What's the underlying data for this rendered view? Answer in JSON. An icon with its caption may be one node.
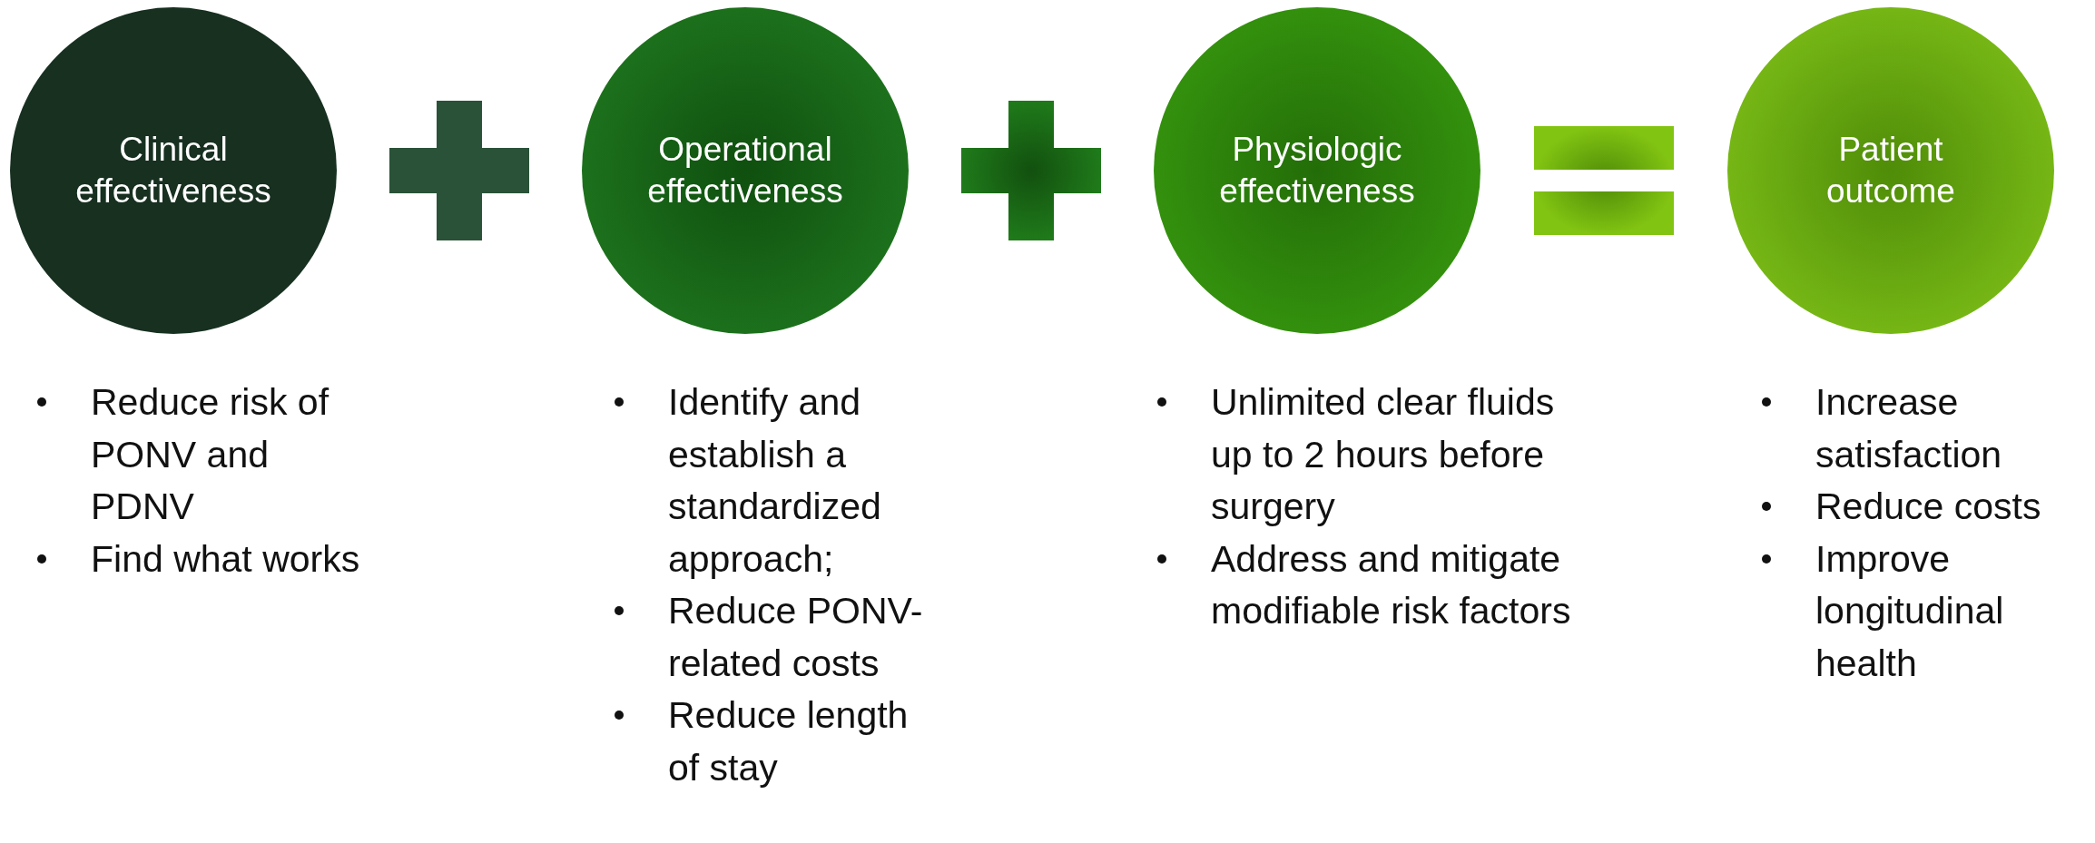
{
  "diagram": {
    "nodes": [
      {
        "text": [
          "Clinical effectiveness"
        ],
        "beside": [
          "Reduce risk of PONV and PDNV",
          "Find what works"
        ]
      },
      {
        "text": [],
        "shape": "plus"
      },
      {
        "text": [
          "Operational effectiveness"
        ],
        "beside": [
          "Identify and establish a standardized approach;",
          "Reduce PONV-related costs",
          "Reduce length of stay"
        ]
      },
      {
        "text": [],
        "shape": "plus"
      },
      {
        "text": [
          "Physiologic effectiveness"
        ],
        "beside": [
          "Unlimited clear fluids up to 2 hours before surgery",
          "Address and mitigate modifiable risk factors"
        ]
      },
      {
        "text": [],
        "shape": "equals"
      },
      {
        "text": [
          "Patient outcome"
        ],
        "beside": [
          "Increase satisfaction",
          "Reduce costs",
          "Improve longitudinal health"
        ]
      }
    ]
  }
}
